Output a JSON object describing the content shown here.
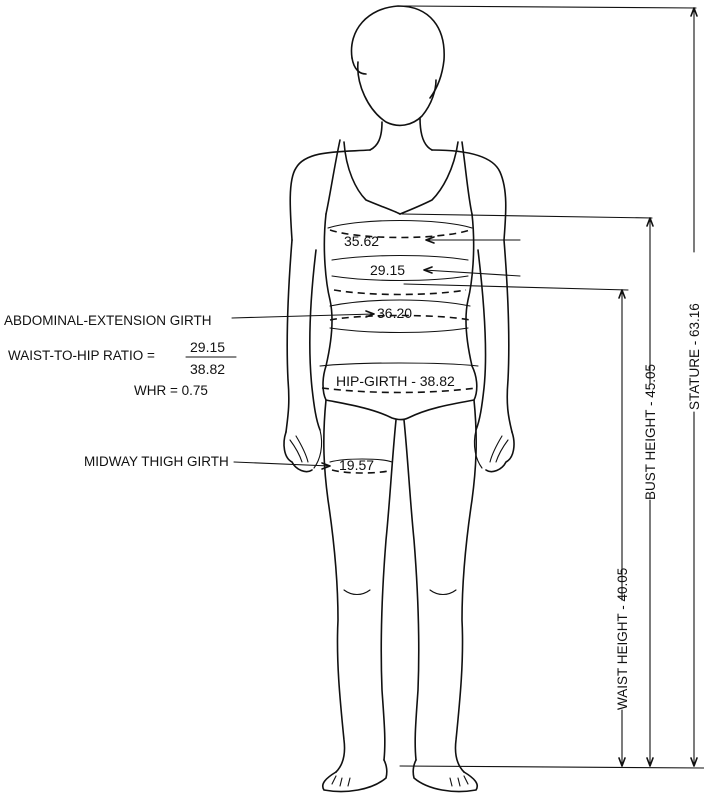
{
  "diagram": {
    "measurements": {
      "bust_girth": "35.62",
      "waist_girth": "29.15",
      "abdominal_girth": "36.20",
      "hip_girth": "HIP-GIRTH - 38.82",
      "thigh_girth": "19.57"
    },
    "labels": {
      "abdominal": "ABDOMINAL-EXTENSION GIRTH",
      "ratio_label": "WAIST-TO-HIP RATIO =",
      "ratio_numerator": "29.15",
      "ratio_denominator": "38.82",
      "whr": "WHR = 0.75",
      "thigh": "MIDWAY THIGH GIRTH"
    },
    "heights": {
      "waist_height": "WAIST HEIGHT - 40.05",
      "bust_height": "BUST HEIGHT - 45.05",
      "stature": "STATURE - 63.16"
    }
  }
}
